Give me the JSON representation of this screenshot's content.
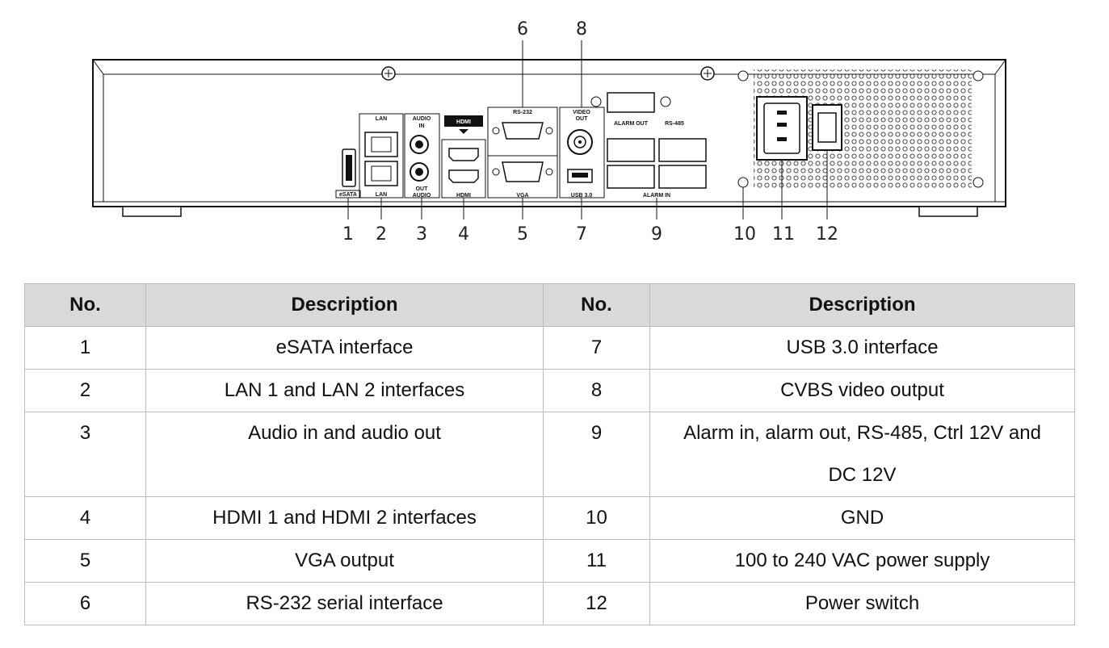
{
  "callouts": {
    "top": [
      "6",
      "8"
    ],
    "bottom": [
      "1",
      "2",
      "3",
      "4",
      "5",
      "7",
      "9",
      "10",
      "11",
      "12"
    ]
  },
  "panel_labels": {
    "esata": "eSATA",
    "lan_top": "LAN",
    "lan_bottom": "LAN",
    "audio_top": "AUDIO",
    "audio_in": "IN",
    "audio_out": "OUT",
    "audio_bottom": "AUDIO",
    "hdmi_top": "HDMI",
    "hdmi_bottom": "HDMI",
    "rs232": "RS-232",
    "vga": "VGA",
    "video": "VIDEO",
    "video_out": "OUT",
    "usb": "USB 3.0",
    "alarm_out": "ALARM OUT",
    "rs485": "RS-485",
    "alarm_in": "ALARM IN"
  },
  "table": {
    "headers": [
      "No.",
      "Description",
      "No.",
      "Description"
    ],
    "rows": [
      [
        "1",
        "eSATA interface",
        "7",
        "USB 3.0 interface"
      ],
      [
        "2",
        "LAN 1 and LAN 2 interfaces",
        "8",
        "CVBS video output"
      ],
      [
        "3",
        "Audio in and audio out",
        "9",
        "Alarm in, alarm out, RS-485, Ctrl 12V and DC 12V"
      ],
      [
        "4",
        "HDMI 1 and HDMI 2 interfaces",
        "10",
        "GND"
      ],
      [
        "5",
        "VGA output",
        "11",
        "100 to 240 VAC power supply"
      ],
      [
        "6",
        "RS-232 serial interface",
        "12",
        "Power switch"
      ]
    ]
  }
}
